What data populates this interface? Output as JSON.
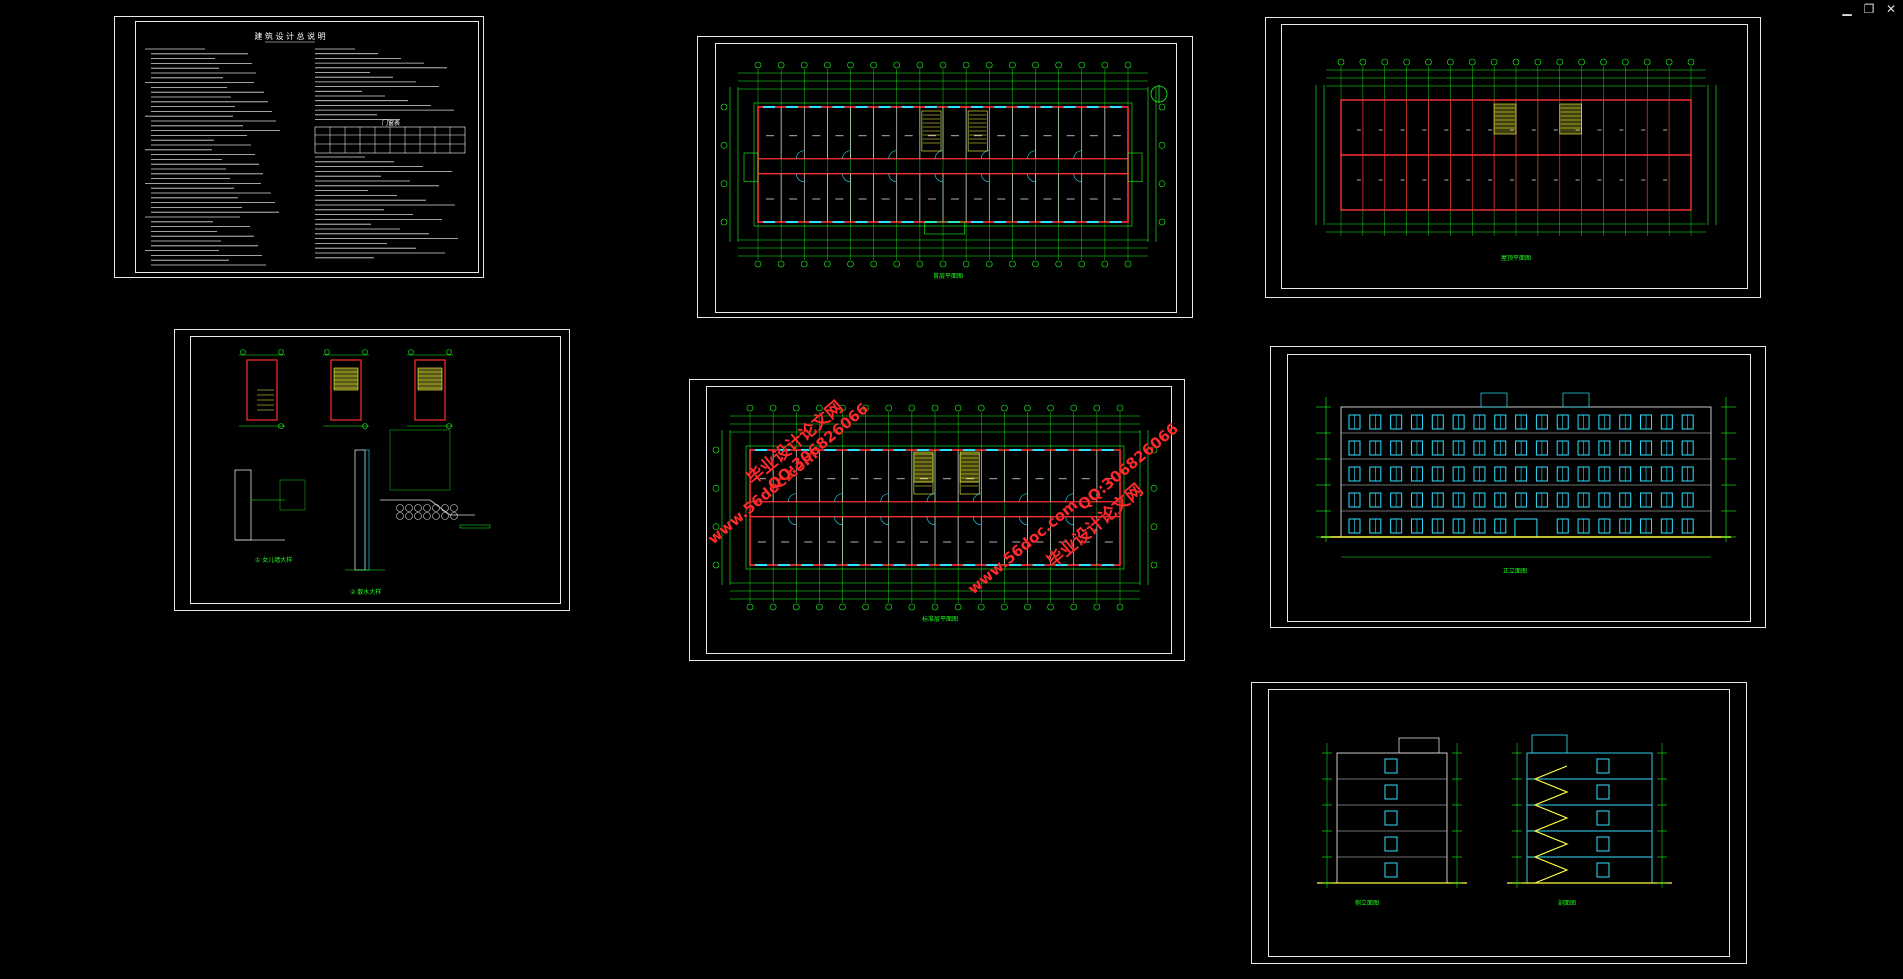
{
  "window": {
    "minimize_glyph": "▁",
    "restore_glyph": "❐",
    "close_glyph": "✕"
  },
  "sheets": {
    "notes": {
      "title": "建 筑 设 计 总 说 明",
      "table_title": "门窗表"
    },
    "ground_plan": {
      "caption": "首层平面图"
    },
    "roof_plan": {
      "caption": "屋顶平面图"
    },
    "details": {
      "detail1": "① 女儿墙大样",
      "detail2": "② 散水大样"
    },
    "typical_plan": {
      "caption": "标准层平面图"
    },
    "front_elevation": {
      "caption": "正立面图"
    },
    "side_views": {
      "elevation": "侧立面图",
      "section": "剖面图"
    }
  },
  "watermark": {
    "url": "www.56doc.com",
    "qq": "QQ:306826066",
    "site": "毕业设计论文网"
  },
  "colors": {
    "background": "#000000",
    "frame": "#e8e8e8",
    "dim": "#1aff1a",
    "wall": "#ff3030",
    "window": "#30e0ff",
    "stair": "#ffff40",
    "watermark": "#ff2a2a"
  }
}
